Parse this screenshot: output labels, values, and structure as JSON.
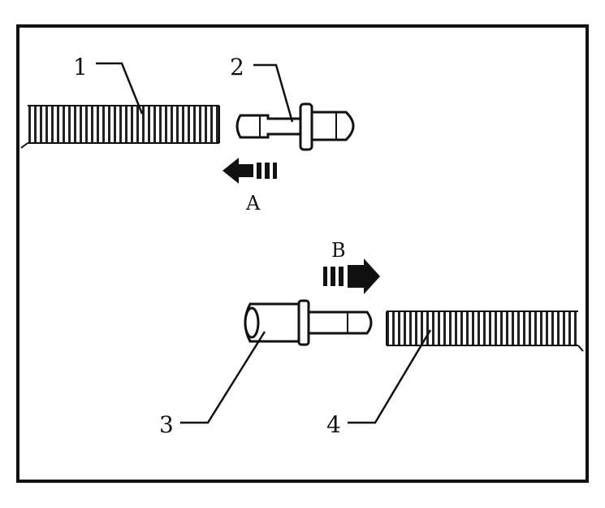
{
  "callouts": {
    "one": "1",
    "two": "2",
    "three": "3",
    "four": "4"
  },
  "arrows": {
    "a": "A",
    "b": "B"
  },
  "colors": {
    "ink": "#111111",
    "background": "#ffffff"
  }
}
